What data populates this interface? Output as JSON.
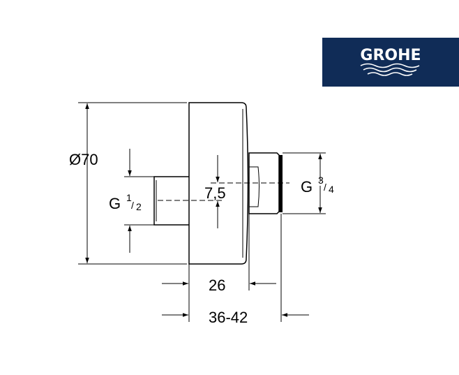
{
  "logo": {
    "text": "GROHE",
    "background": "#102c57"
  },
  "dimensions": {
    "diameter": "Ø70",
    "inlet_thread": {
      "prefix": "G",
      "num": "1",
      "den": "2"
    },
    "offset": "7,5",
    "outlet_thread": {
      "prefix": "G",
      "num": "3",
      "den": "4"
    },
    "depth": "26",
    "length_range": "36-42"
  }
}
